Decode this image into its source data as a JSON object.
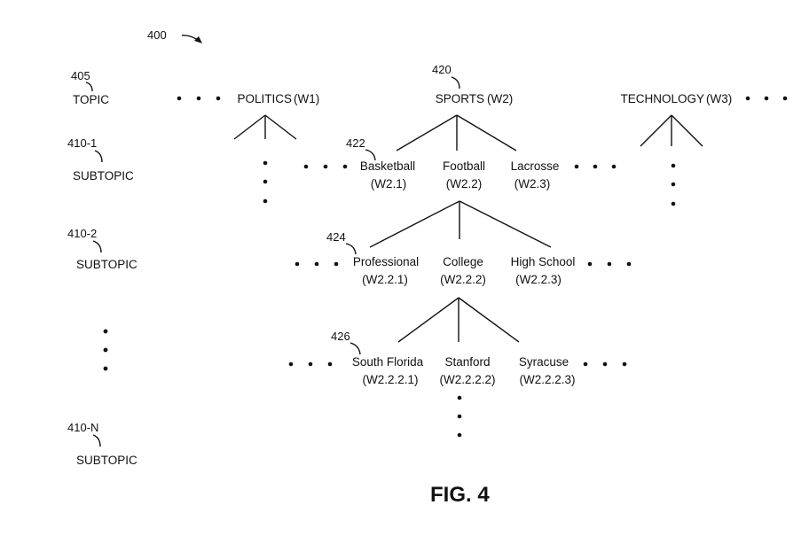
{
  "figure": {
    "number_ref": "400",
    "caption": "FIG. 4"
  },
  "levels": [
    {
      "ref": "405",
      "label": "TOPIC"
    },
    {
      "ref": "410-1",
      "label": "SUBTOPIC"
    },
    {
      "ref": "410-2",
      "label": "SUBTOPIC"
    },
    {
      "ref": "410-N",
      "label": "SUBTOPIC"
    }
  ],
  "topics": [
    {
      "name": "POLITICS",
      "code": "(W1)"
    },
    {
      "name": "SPORTS",
      "code": "(W2)",
      "ref": "420"
    },
    {
      "name": "TECHNOLOGY",
      "code": "(W3)"
    }
  ],
  "sports_subtopics": {
    "ref": "422",
    "items": [
      {
        "name": "Basketball",
        "code": "(W2.1)"
      },
      {
        "name": "Football",
        "code": "(W2.2)"
      },
      {
        "name": "Lacrosse",
        "code": "(W2.3)"
      }
    ]
  },
  "football_subtopics": {
    "ref": "424",
    "items": [
      {
        "name": "Professional",
        "code": "(W2.2.1)"
      },
      {
        "name": "College",
        "code": "(W2.2.2)"
      },
      {
        "name": "High School",
        "code": "(W2.2.3)"
      }
    ]
  },
  "college_subtopics": {
    "ref": "426",
    "items": [
      {
        "name": "South Florida",
        "code": "(W2.2.2.1)"
      },
      {
        "name": "Stanford",
        "code": "(W2.2.2.2)"
      },
      {
        "name": "Syracuse",
        "code": "(W2.2.2.3)"
      }
    ]
  }
}
